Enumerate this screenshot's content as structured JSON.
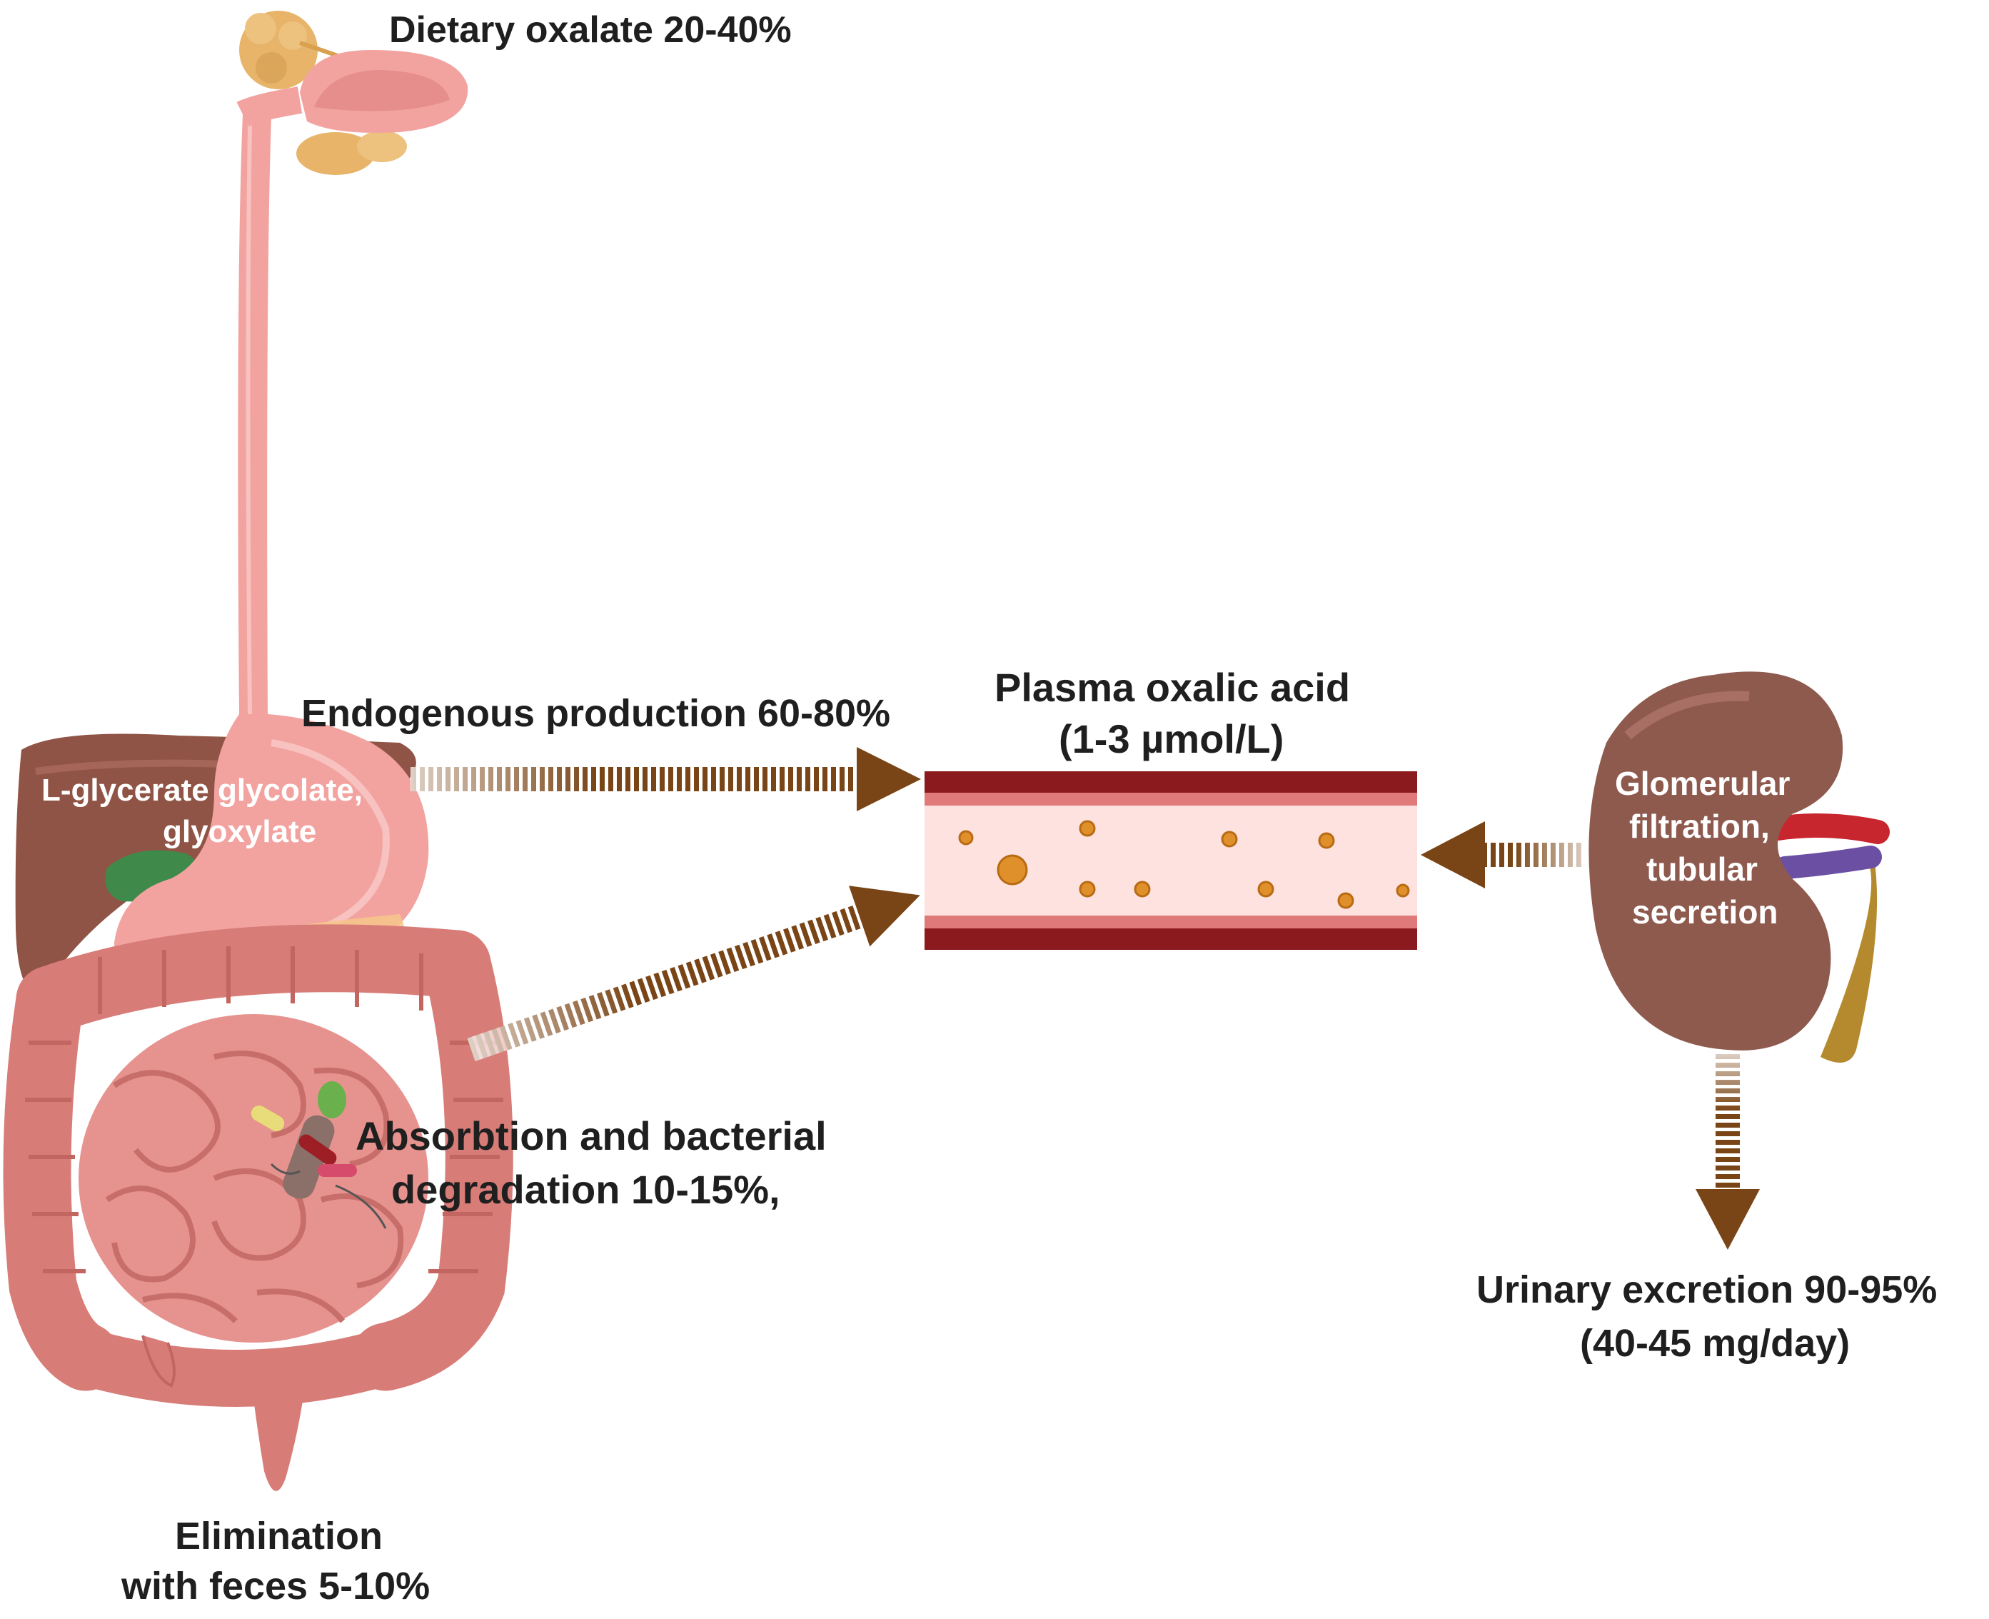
{
  "labels": {
    "dietary": "Dietary oxalate 20-40%",
    "endogenous": "Endogenous production 60-80%",
    "liver_metabolites_1": "L-glycerate glycolate,",
    "liver_metabolites_2": "glyoxylate",
    "plasma_1": "Plasma oxalic acid",
    "plasma_2": "(1-3 µmol/L)",
    "absorption_1": "Absorbtion and bacterial",
    "absorption_2": "degradation 10-15%,",
    "elimination_1": "Elimination",
    "elimination_2": "with feces 5-10%",
    "kidney_1": "Glomerular",
    "kidney_2": "filtration,",
    "kidney_3": "tubular",
    "kidney_4": "secretion",
    "urinary_1": "Urinary excretion 90-95%",
    "urinary_2": "(40-45 mg/day)"
  },
  "colors": {
    "arrow": "#7a4516",
    "vessel_wall": "#8b1a1f",
    "vessel_inner_wall": "#e07a7a",
    "vessel_lumen": "#fde2e0",
    "oxalate_particle": "#e0902a",
    "esophagus": "#f2a3a0",
    "liver": "#8f5446",
    "kidney": "#8f5a4e",
    "intestine": "#e6938f",
    "colon": "#d87c78",
    "gallbladder": "#3f8a4a",
    "salivary": "#e7b46a",
    "ureter": "#b58a2e",
    "artery": "#c8262e",
    "vein": "#6a4fa3"
  }
}
